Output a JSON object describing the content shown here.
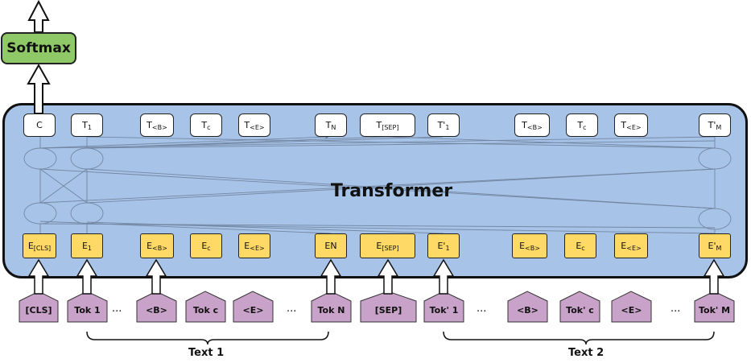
{
  "softmax_label": "Softmax",
  "transformer_label": "Transformer",
  "outputs": [
    {
      "main": "C",
      "sub": ""
    },
    {
      "main": "T",
      "sub": "1"
    },
    {
      "main": "T",
      "sub": "<B>"
    },
    {
      "main": "T",
      "sub": "c"
    },
    {
      "main": "T",
      "sub": "<E>"
    },
    {
      "main": "T",
      "sub": "N"
    },
    {
      "main": "T",
      "sub": "[SEP]"
    },
    {
      "main": "T'",
      "sub": "1"
    },
    {
      "main": "T",
      "sub": "<B>"
    },
    {
      "main": "T",
      "sub": "c"
    },
    {
      "main": "T",
      "sub": "<E>"
    },
    {
      "main": "T'",
      "sub": "M"
    }
  ],
  "embeddings": [
    {
      "main": "E",
      "sub": "[CLS]"
    },
    {
      "main": "E",
      "sub": "1"
    },
    {
      "main": "E",
      "sub": "<B>"
    },
    {
      "main": "E",
      "sub": "c"
    },
    {
      "main": "E",
      "sub": "<E>"
    },
    {
      "main": "EN",
      "sub": ""
    },
    {
      "main": "E",
      "sub": "[SEP]"
    },
    {
      "main": "E'",
      "sub": "1"
    },
    {
      "main": "E",
      "sub": "<B>"
    },
    {
      "main": "E",
      "sub": "c"
    },
    {
      "main": "E",
      "sub": "<E>"
    },
    {
      "main": "E'",
      "sub": "M"
    }
  ],
  "tokens": [
    "[CLS]",
    "Tok 1",
    "<B>",
    "Tok c",
    "<E>",
    "Tok N",
    "[SEP]",
    "Tok' 1",
    "<B>",
    "Tok' c",
    "<E>",
    "Tok' M"
  ],
  "ellipsis": "...",
  "text1_label": "Text 1",
  "text2_label": "Text 2",
  "colors": {
    "softmax": "#8fc866",
    "transformer": "#a7c3e8",
    "embedding": "#ffd966",
    "token": "#c8a2c8",
    "output": "#ffffff"
  }
}
